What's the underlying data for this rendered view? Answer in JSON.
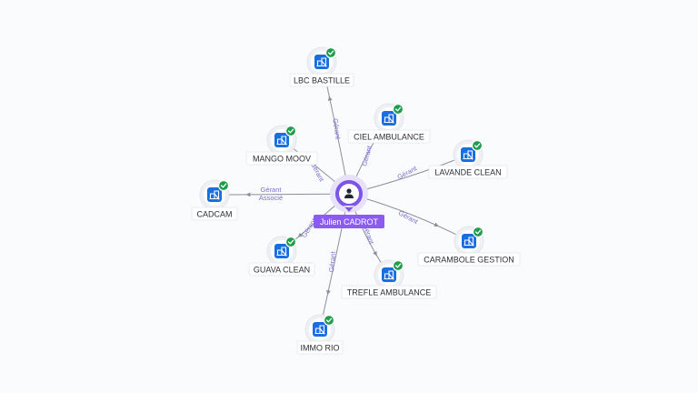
{
  "person": {
    "name": "Julien CADROT",
    "icon": "person-icon",
    "color": "#7b55e8"
  },
  "companies": [
    {
      "name": "LBC BASTILLE",
      "relations": [
        "Gérant"
      ],
      "icon": "building-icon",
      "status": "check-icon"
    },
    {
      "name": "CIEL AMBULANCE",
      "relations": [
        "Gérant"
      ],
      "icon": "building-icon",
      "status": "check-icon"
    },
    {
      "name": "MANGO MOOV",
      "relations": [
        "Gérant"
      ],
      "icon": "building-icon",
      "status": "check-icon"
    },
    {
      "name": "LAVANDE CLEAN",
      "relations": [
        "Gérant"
      ],
      "icon": "building-icon",
      "status": "check-icon"
    },
    {
      "name": "CADCAM",
      "relations": [
        "Gérant",
        "Associé"
      ],
      "icon": "building-icon",
      "status": "check-icon"
    },
    {
      "name": "CARAMBOLE GESTION",
      "relations": [
        "Gérant"
      ],
      "icon": "building-icon",
      "status": "check-icon"
    },
    {
      "name": "GUAVA CLEAN",
      "relations": [
        "Gérant"
      ],
      "icon": "building-icon",
      "status": "check-icon"
    },
    {
      "name": "TREFLE AMBULANCE",
      "relations": [
        "Gérant"
      ],
      "icon": "building-icon",
      "status": "check-icon"
    },
    {
      "name": "IMMO RIO",
      "relations": [
        "Gérant"
      ],
      "icon": "building-icon",
      "status": "check-icon"
    }
  ],
  "colors": {
    "company_icon": "#1a6fe0",
    "status_ok": "#1f9d4c",
    "edge_label": "#7a6fd0",
    "person_label_bg": "#8a5cf2"
  }
}
